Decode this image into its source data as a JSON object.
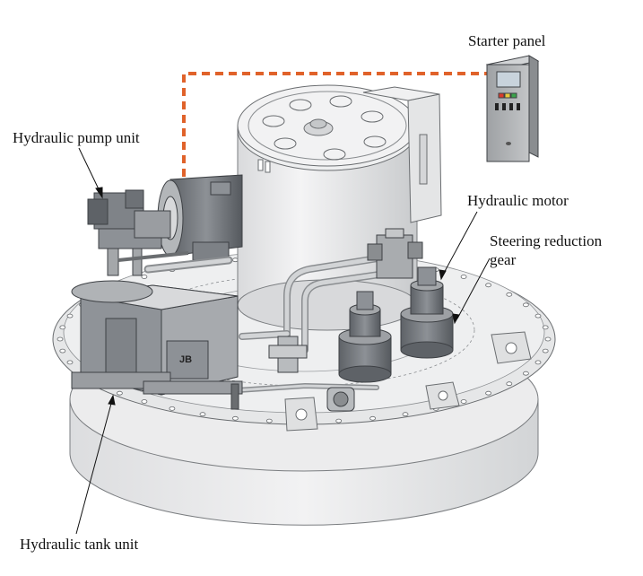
{
  "labels": {
    "starter_panel": "Starter panel",
    "hydraulic_pump_unit": "Hydraulic pump unit",
    "hydraulic_motor": "Hydraulic motor",
    "steering_reduction_gear_line1": "Steering reduction",
    "steering_reduction_gear_line2": "gear",
    "hydraulic_tank_unit": "Hydraulic tank unit"
  },
  "junction_box_text": "JB",
  "colors": {
    "cable": "#e0622a",
    "machine_light": "#e9eaeb",
    "machine_mid": "#b9bcbf",
    "machine_dark": "#6f7378",
    "panel": "#a7aaad",
    "panel_indicator_red": "#d93a2b",
    "panel_indicator_yellow": "#e8c93b",
    "panel_indicator_green": "#3aa34a"
  }
}
